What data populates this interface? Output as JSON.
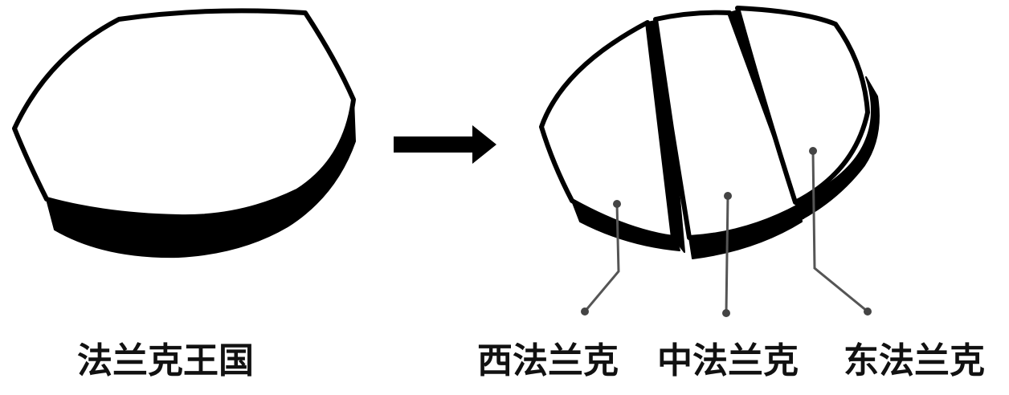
{
  "labels": {
    "kingdom": "法兰克王国",
    "west": "西法兰克",
    "middle": "中法兰克",
    "east": "东法兰克"
  },
  "colors": {
    "outline": "#000000",
    "leader": "#555555",
    "text": "#111111"
  }
}
